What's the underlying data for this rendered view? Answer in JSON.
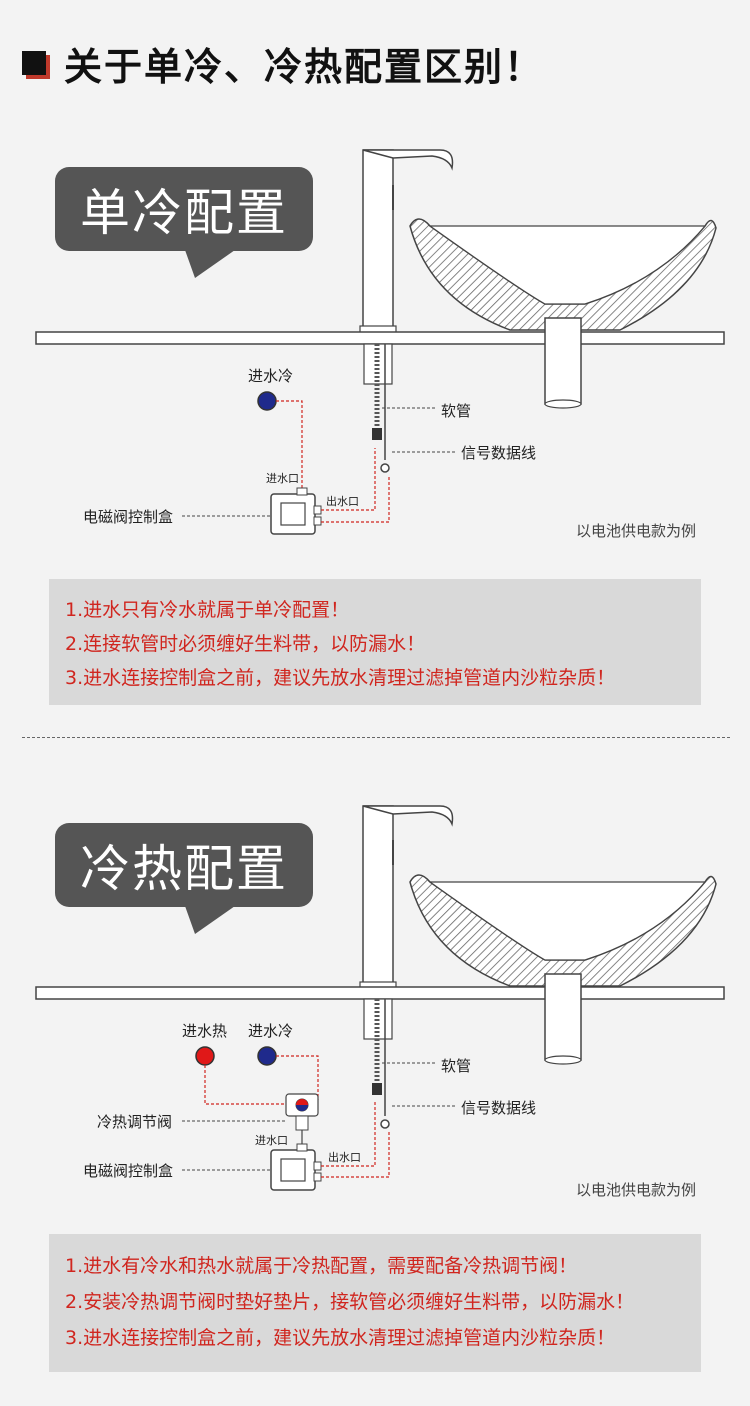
{
  "header": {
    "title": "关于单冷、冷热配置区别！"
  },
  "single": {
    "bubble": "单冷配置",
    "labels": {
      "cold_in": "进水冷",
      "inlet": "进水口",
      "outlet": "出水口",
      "control_box": "电磁阀控制盒",
      "hose": "软管",
      "signal": "信号数据线",
      "battery": "以电池供电款为例"
    },
    "notes": [
      "1.进水只有冷水就属于单冷配置！",
      "2.连接软管时必须缠好生料带，以防漏水！",
      "3.进水连接控制盒之前，建议先放水清理过滤掉管道内沙粒杂质！"
    ]
  },
  "mixed": {
    "bubble": "冷热配置",
    "labels": {
      "hot_in": "进水热",
      "cold_in": "进水冷",
      "mix_valve": "冷热调节阀",
      "inlet": "进水口",
      "outlet": "出水口",
      "control_box": "电磁阀控制盒",
      "hose": "软管",
      "signal": "信号数据线",
      "battery": "以电池供电款为例"
    },
    "notes": [
      "1.进水有冷水和热水就属于冷热配置，需要配备冷热调节阀！",
      "2.安装冷热调节阀时垫好垫片，接软管必须缠好生料带，以防漏水！",
      "3.进水连接控制盒之前，建议先放水清理过滤掉管道内沙粒杂质！"
    ]
  },
  "colors": {
    "accent": "#d0261f",
    "cold": "#1f2a8c",
    "hot": "#e01818"
  }
}
